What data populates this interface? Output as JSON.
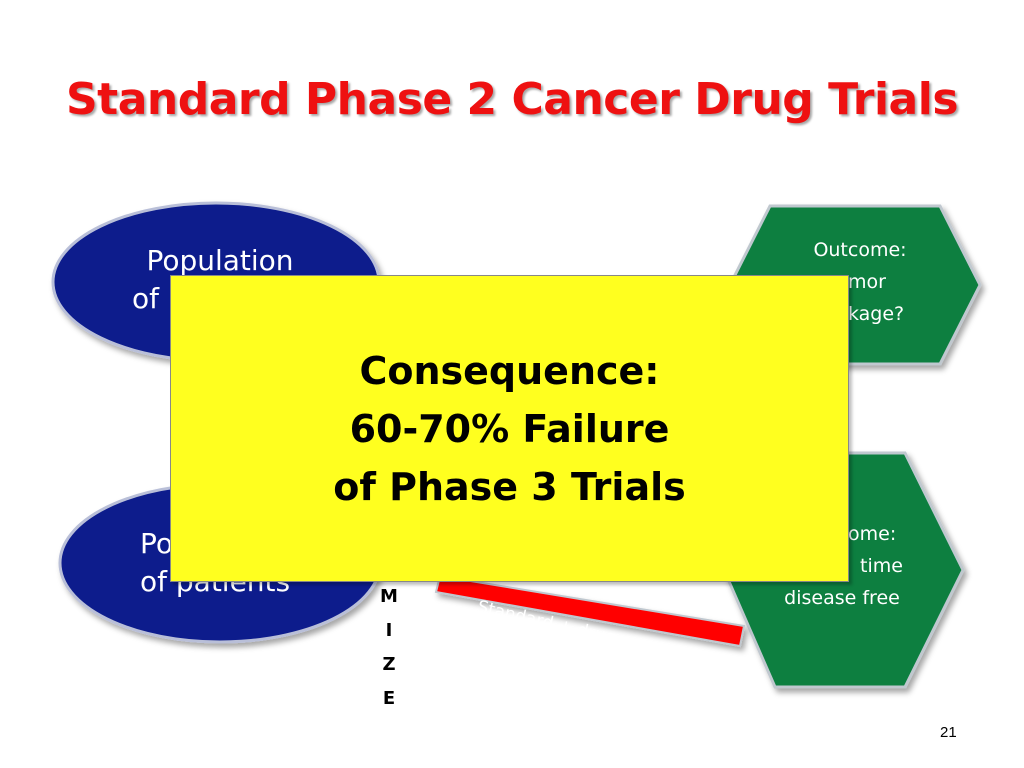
{
  "title": "Standard Phase 2 Cancer Drug Trials",
  "top_population": {
    "line1": "Population",
    "line2": "of"
  },
  "bottom_population": {
    "line1": "Po",
    "line2": "of patients"
  },
  "top_outcome": {
    "line1": "Outcome:",
    "line2": "mor",
    "line3": "kage?"
  },
  "bottom_outcome": {
    "line1": "ome:",
    "line2": "time",
    "line3": "disease free"
  },
  "randomize_letters": [
    "M",
    "I",
    "Z",
    "E"
  ],
  "arrow_label": "Standard + drug",
  "consequence": {
    "line1": "Consequence:",
    "line2": "60-70% Failure",
    "line3": "of Phase 3 Trials"
  },
  "page_number": "21",
  "colors": {
    "title": "#ee1111",
    "ellipse": "#0a1a8c",
    "hexagon": "#0a7f3f",
    "arrow": "#ff0000",
    "callout": "#ffff1f"
  }
}
